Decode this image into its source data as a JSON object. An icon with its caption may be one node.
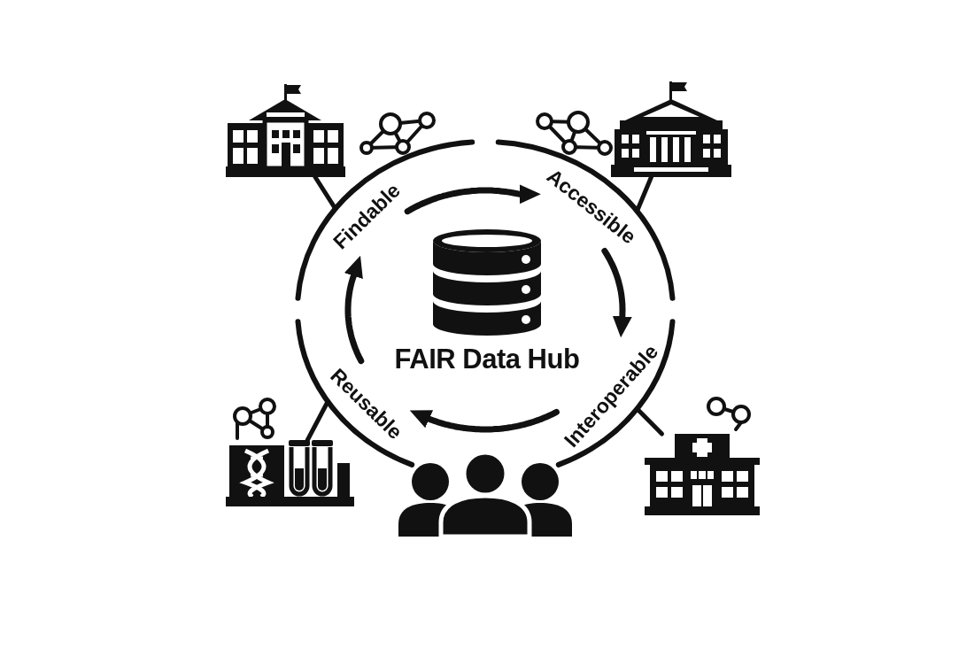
{
  "diagram": {
    "nodes": [
      {
        "text": [],
        "shape": "picture"
      },
      {
        "text": [],
        "shape": "picture"
      },
      {
        "text": [
          "Findable"
        ]
      },
      {
        "text": [
          "Accessible"
        ]
      },
      {
        "text": [
          "FAIR Data Hub"
        ]
      },
      {
        "text": [
          "Reusable"
        ]
      },
      {
        "text": [
          "Interoperable"
        ]
      },
      {
        "text": [],
        "shape": "picture"
      },
      {
        "text": [],
        "shape": "picture"
      }
    ],
    "edges": [
      {
        "from": 2,
        "to": 3,
        "arrow": "to"
      },
      {
        "from": 3,
        "to": 6,
        "arrow": "to"
      },
      {
        "from": 6,
        "to": 5,
        "arrow": "to"
      },
      {
        "from": 5,
        "to": 2,
        "arrow": "to"
      },
      {
        "from": 0,
        "to": 2,
        "arrow": "none"
      },
      {
        "from": 1,
        "to": 3,
        "arrow": "none"
      },
      {
        "from": 7,
        "to": 5,
        "arrow": "none"
      },
      {
        "from": 8,
        "to": 6,
        "arrow": "none"
      }
    ]
  }
}
